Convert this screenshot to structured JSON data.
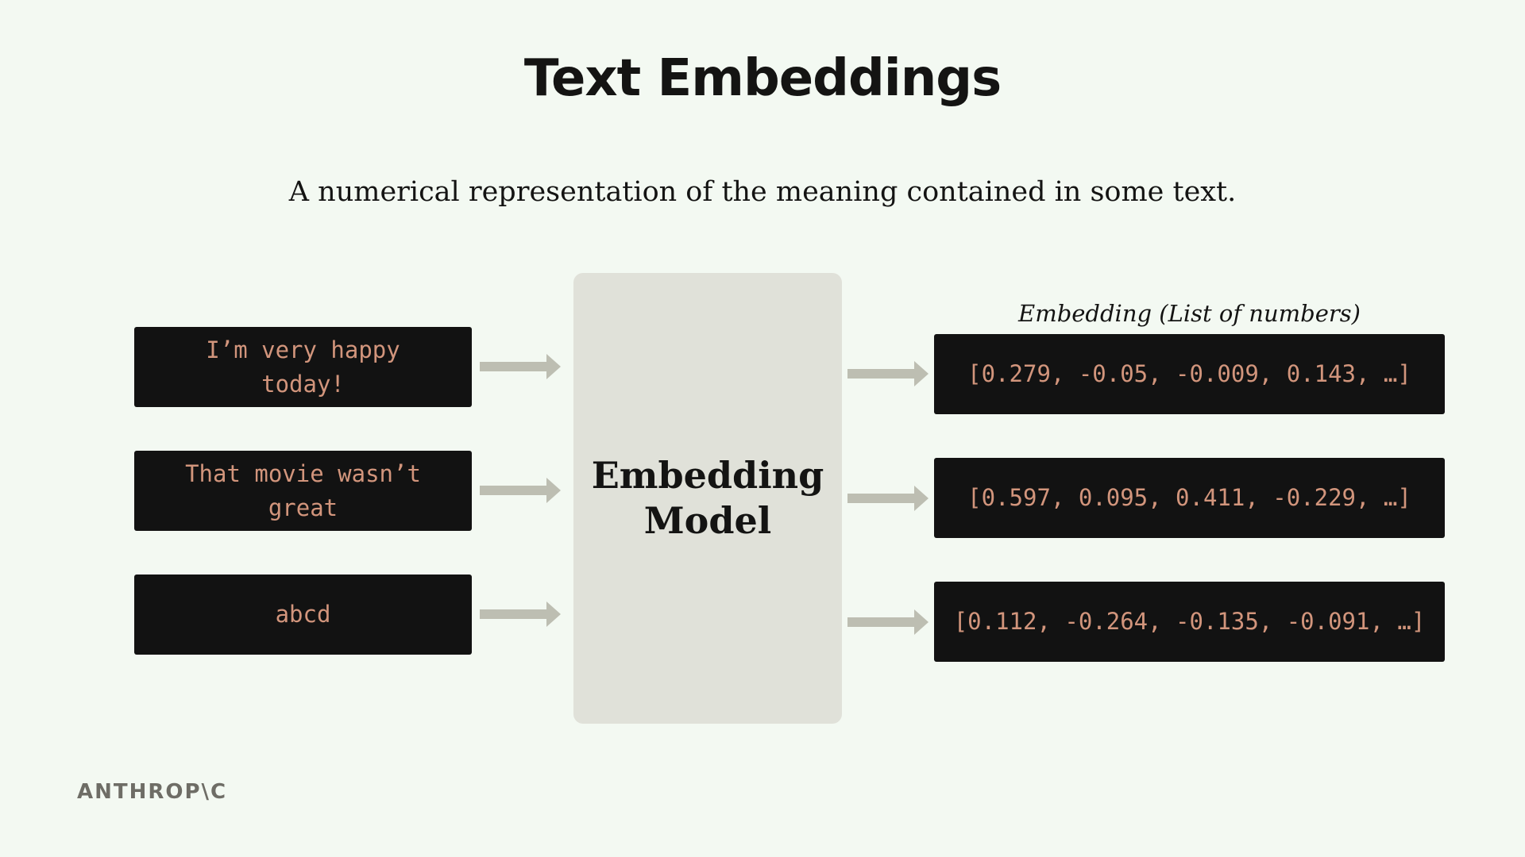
{
  "title": "Text Embeddings",
  "subtitle": "A numerical representation of the meaning contained in some text.",
  "inputs": [
    {
      "text": "I’m very happy today!"
    },
    {
      "text": "That movie wasn’t great"
    },
    {
      "text": "abcd"
    }
  ],
  "model": {
    "label": "Embedding\nModel"
  },
  "embeddings_caption": "Embedding (List of numbers)",
  "outputs": [
    {
      "text": "[0.279, -0.05, -0.009, 0.143, …]"
    },
    {
      "text": "[0.597, 0.095, 0.411, -0.229, …]"
    },
    {
      "text": "[0.112, -0.264, -0.135, -0.091, …]"
    }
  ],
  "logo": "ANTHROP\\C",
  "colors": {
    "background": "#f3f9f2",
    "box": "#121212",
    "box_text": "#d2957c",
    "model_box": "#e0e1d9",
    "arrow": "#bdbeb2"
  }
}
